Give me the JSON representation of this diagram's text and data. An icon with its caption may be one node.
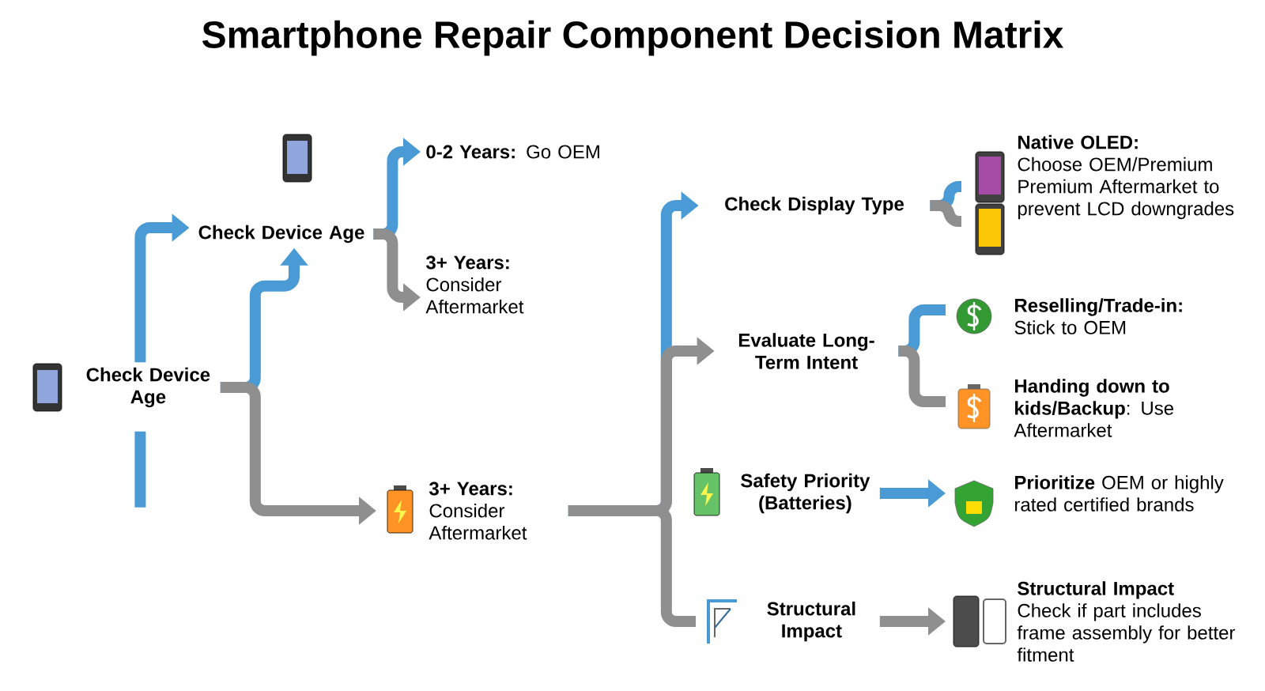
{
  "diagram": {
    "title": "Smartphone Repair Component Decision Matrix",
    "nodes": [
      {
        "text": [
          "Check Device Age"
        ]
      },
      {
        "text": [
          "Check Device Age"
        ]
      },
      {
        "text": [
          "**0-2 Years:** Go OEM"
        ]
      },
      {
        "text": [
          "**3+ Years:** Consider Aftermarket"
        ]
      },
      {
        "text": [
          "**3+ Years:** Consider Aftermarket"
        ]
      },
      {
        "text": [
          "Check Display Type"
        ]
      },
      {
        "text": [
          "Native OLED:",
          "Choose OEM/Premium Premium Aftermarket to prevent LCD downgrades"
        ]
      },
      {
        "text": [
          "Evaluate Long-Term Intent"
        ]
      },
      {
        "text": [
          "**Reselling/Trade-in:** Stick to OEM"
        ]
      },
      {
        "text": [
          "**Handing down to kids/Backup**: Use Aftermarket"
        ]
      },
      {
        "text": [
          "Safety Priority (Batteries)"
        ]
      },
      {
        "text": [
          "**Prioritize** OEM or highly rated certified brands"
        ]
      },
      {
        "text": [
          "Structural Impact"
        ]
      },
      {
        "text": [
          "Structural Impact",
          "Check if part includes frame assembly for better fitment"
        ]
      }
    ],
    "edges": [
      {
        "from": 0,
        "to": 1,
        "arrow": "to"
      },
      {
        "from": 0,
        "to": 1,
        "arrow": "to"
      },
      {
        "from": 0,
        "to": 4,
        "arrow": "to",
        "color": "#8f8f8f"
      },
      {
        "from": 1,
        "to": 2,
        "arrow": "to"
      },
      {
        "from": 1,
        "to": 3,
        "arrow": "to",
        "color": "#8f8f8f"
      },
      {
        "from": 4,
        "to": 5,
        "arrow": "to"
      },
      {
        "from": 4,
        "to": 7,
        "arrow": "to",
        "color": "#8f8f8f"
      },
      {
        "from": 4,
        "to": 12,
        "arrow": "none",
        "color": "#8f8f8f"
      },
      {
        "from": 5,
        "to": 6,
        "arrow": "none"
      },
      {
        "from": 5,
        "to": 6,
        "arrow": "none",
        "color": "#8f8f8f"
      },
      {
        "from": 7,
        "to": 8,
        "arrow": "none"
      },
      {
        "from": 7,
        "to": 9,
        "arrow": "none",
        "color": "#8f8f8f"
      },
      {
        "from": 10,
        "to": 11,
        "arrow": "to"
      },
      {
        "from": 12,
        "to": 13,
        "arrow": "to",
        "color": "#8f8f8f"
      }
    ]
  }
}
